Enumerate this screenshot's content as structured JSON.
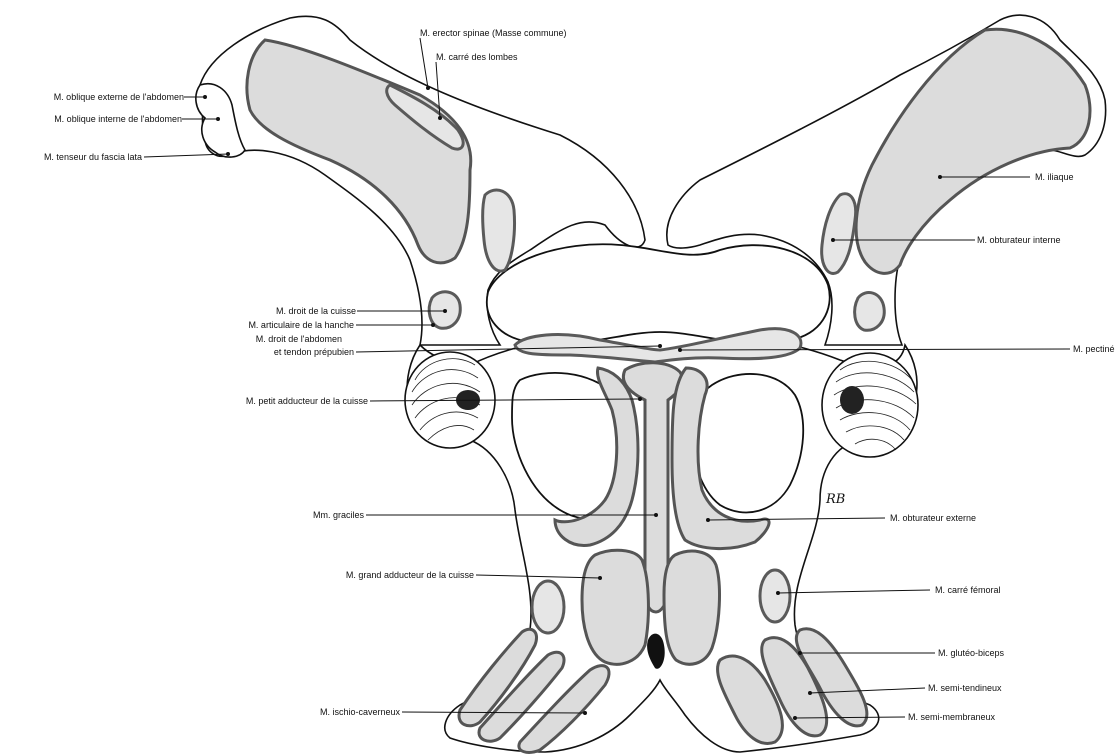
{
  "labels": {
    "erector_spinae": "M. erector spinae (Masse commune)",
    "carre_lombes": "M. carré des lombes",
    "oblique_externe": "M. oblique externe de l'abdomen",
    "oblique_interne": "M. oblique interne de l'abdomen",
    "tenseur_fascia": "M. tenseur du fascia lata",
    "iliaque": "M. iliaque",
    "obturateur_interne": "M. obturateur interne",
    "droit_cuisse": "M. droit de la cuisse",
    "articulaire_hanche": "M. articulaire de la hanche",
    "droit_abdomen_1": "M. droit de l'abdomen",
    "droit_abdomen_2": "et tendon prépubien",
    "pectine": "M. pectiné",
    "petit_adducteur": "M. petit adducteur de la cuisse",
    "graciles": "Mm. graciles",
    "obturateur_externe": "M. obturateur externe",
    "grand_adducteur": "M. grand adducteur de la cuisse",
    "carre_femoral": "M. carré fémoral",
    "gluteo_biceps": "M. glutéo-biceps",
    "semi_tendineux": "M. semi-tendineux",
    "ischio_caverneux": "M. ischio-caverneux",
    "semi_membraneux": "M. semi-membraneux"
  },
  "signature": "RB"
}
